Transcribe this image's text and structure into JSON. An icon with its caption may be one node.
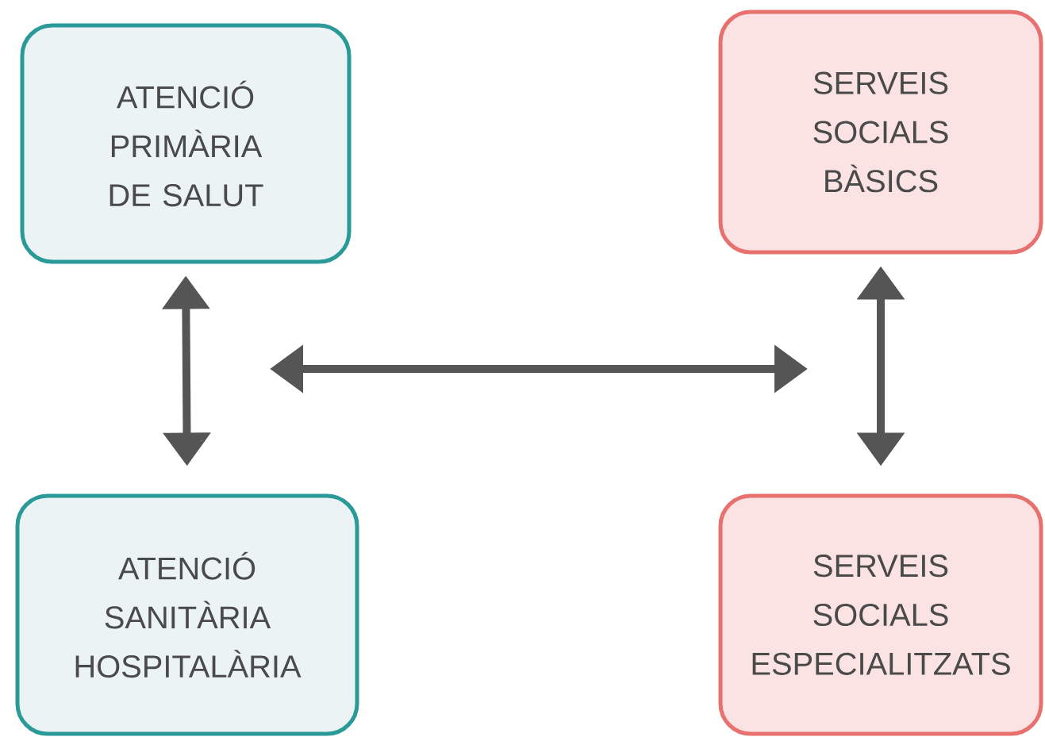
{
  "diagram": {
    "nodes": [
      {
        "text": [
          "ATENCIÓ PRIMÀRIA DE SALUT"
        ]
      },
      {
        "text": [
          "SERVEIS SOCIALS BÀSICS"
        ]
      },
      {
        "text": [
          "ATENCIÓ SANITÀRIA HOSPITALÀRIA"
        ]
      },
      {
        "text": [
          "SERVEIS SOCIALS ESPECIALITZATS"
        ]
      }
    ],
    "edges": [
      {
        "from": 0,
        "to": 2,
        "arrow": "both"
      },
      {
        "from": 1,
        "to": 3,
        "arrow": "both"
      }
    ]
  }
}
